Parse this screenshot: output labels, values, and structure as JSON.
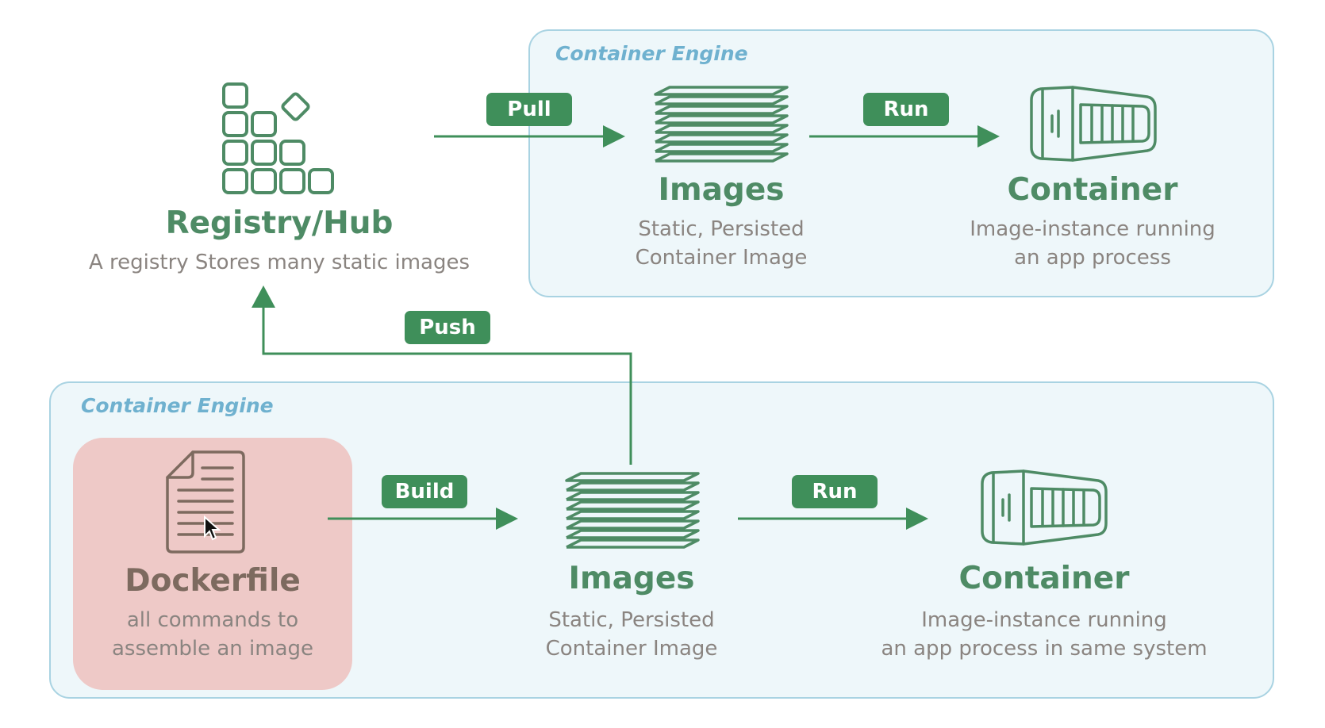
{
  "engines": {
    "top_label": "Container Engine",
    "bottom_label": "Container Engine"
  },
  "registry": {
    "title": "Registry/Hub",
    "description": "A registry Stores many static images",
    "icon": "registry-grid-icon"
  },
  "top_images": {
    "title": "Images",
    "line1": "Static, Persisted",
    "line2": "Container Image",
    "icon": "image-layers-icon"
  },
  "top_container": {
    "title": "Container",
    "line1": "Image-instance running",
    "line2": "an app process",
    "icon": "container-icon"
  },
  "dockerfile": {
    "title": "Dockerfile",
    "line1": "all commands to",
    "line2": "assemble an image",
    "icon": "document-icon"
  },
  "bottom_images": {
    "title": "Images",
    "line1": "Static, Persisted",
    "line2": "Container Image",
    "icon": "image-layers-icon"
  },
  "bottom_container": {
    "title": "Container",
    "line1": "Image-instance running",
    "line2": "an app process in same system",
    "icon": "container-icon"
  },
  "actions": {
    "pull": "Pull",
    "run_top": "Run",
    "push": "Push",
    "build": "Build",
    "run_bottom": "Run"
  },
  "colors": {
    "accent_green": "#3f8f5a",
    "title_green": "#4e8b65",
    "engine_fill": "#eef7fa",
    "engine_border": "#a9d3e2",
    "engine_label": "#6fb1cf",
    "dockerfile_fill": "#eec9c7",
    "dockerfile_title": "#7d6a5f",
    "description_gray": "#8a8480"
  }
}
